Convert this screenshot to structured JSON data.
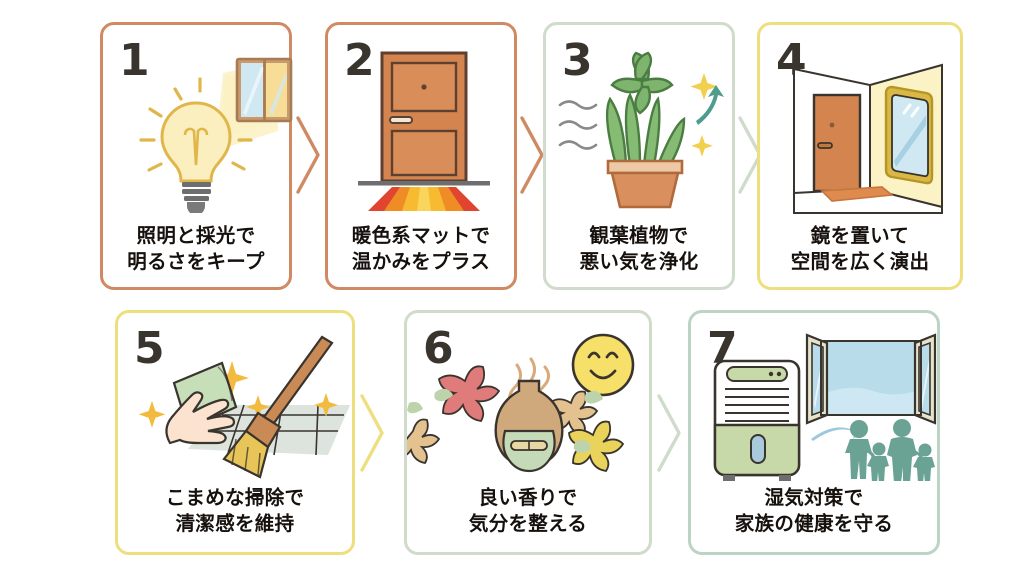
{
  "infographic": {
    "background_color": "#ffffff",
    "number_color": "#3a342e",
    "caption_color": "#16110d",
    "layout": {
      "rows": 2,
      "row1_count": 4,
      "row2_count": 3
    },
    "cards": [
      {
        "number": "1",
        "caption_line1": "照明と採光で",
        "caption_line2": "明るさをキープ",
        "border_color": "#d08a63",
        "chevron_color": "#d08a63",
        "icon_name": "lightbulb-and-window-icon",
        "icon_colors": {
          "bulb": "#fbefc0",
          "bulb_line": "#e0b64a",
          "glow": "#fcf3cd",
          "base": "#6e6e6e",
          "window_frame": "#c89a6c",
          "window_glass_left": "#cfe8f2",
          "window_glass_right": "#f7dd96"
        }
      },
      {
        "number": "2",
        "caption_line1": "暖色系マットで",
        "caption_line2": "温かみをプラス",
        "border_color": "#d08a63",
        "chevron_color": "#d08a63",
        "icon_name": "door-with-warm-mat-icon",
        "icon_colors": {
          "door": "#d4854f",
          "door_line": "#5d4030",
          "handle": "#f3e6d6",
          "floor": "#6e6e6e",
          "mat_red": "#e0452f",
          "mat_orange": "#f08c26",
          "mat_yellow": "#f7bb31"
        }
      },
      {
        "number": "3",
        "caption_line1": "観葉植物で",
        "caption_line2": "悪い気を浄化",
        "border_color": "#cfdbcb",
        "chevron_color": "#cfdbcb",
        "icon_name": "houseplant-purifying-air-icon",
        "icon_colors": {
          "leaf_dark": "#5f9557",
          "leaf_light": "#8fbd7c",
          "pot": "#d98f5e",
          "pot_rim": "#eec9a6",
          "sparkle": "#f2cf4f",
          "arrow": "#4f9b8c",
          "waves": "#8a8a8a"
        }
      },
      {
        "number": "4",
        "caption_line1": "鏡を置いて",
        "caption_line2": "空間を広く演出",
        "border_color": "#eedf7e",
        "chevron_color": "#eedf7e",
        "icon_name": "entryway-mirror-icon",
        "icon_colors": {
          "wall": "#ffffff",
          "wall_lit": "#fbf2c6",
          "door": "#d4854f",
          "mirror_frame": "#d9b845",
          "mirror_glass": "#cfe8f2",
          "floor_mat": "#e08b4e",
          "outline": "#3a342e"
        }
      },
      {
        "number": "5",
        "caption_line1": "こまめな掃除で",
        "caption_line2": "清潔感を維持",
        "border_color": "#eedf7e",
        "chevron_color": "#eedf7e",
        "icon_name": "cleaning-cloth-and-broom-icon",
        "icon_colors": {
          "cloth": "#c7dfb9",
          "hand": "#fbe3cf",
          "broom_handle": "#c98a56",
          "broom_head": "#e8c558",
          "floor": "#dde4dd",
          "sparkle": "#f2bb3f",
          "outline": "#3a342e"
        }
      },
      {
        "number": "6",
        "caption_line1": "良い香りで",
        "caption_line2": "気分を整える",
        "border_color": "#cfdbcb",
        "chevron_color": "#cfdbcb",
        "icon_name": "aroma-diffuser-icon",
        "icon_colors": {
          "diffuser_top": "#cfa97c",
          "diffuser_bottom": "#c5dbb8",
          "steam": "#d9ab7c",
          "flower_pink": "#e07b7b",
          "flower_yellow": "#ead35a",
          "flower_tan": "#e4c28f",
          "leaf": "#bdd3ac",
          "smiley": "#f7e06a",
          "outline": "#3a342e"
        }
      },
      {
        "number": "7",
        "caption_line1": "湿気対策で",
        "caption_line2": "家族の健康を守る",
        "border_color": "#bcd4c4",
        "chevron_color": "#cfdbcb",
        "icon_name": "dehumidifier-window-family-icon",
        "icon_colors": {
          "unit_top": "#ffffff",
          "unit_bottom": "#c7d9a9",
          "window_frame": "#e6e3cb",
          "sky": "#b9dcea",
          "family": "#6aa293",
          "airflow": "#9cc9dd",
          "outline": "#3a342e"
        }
      }
    ]
  }
}
